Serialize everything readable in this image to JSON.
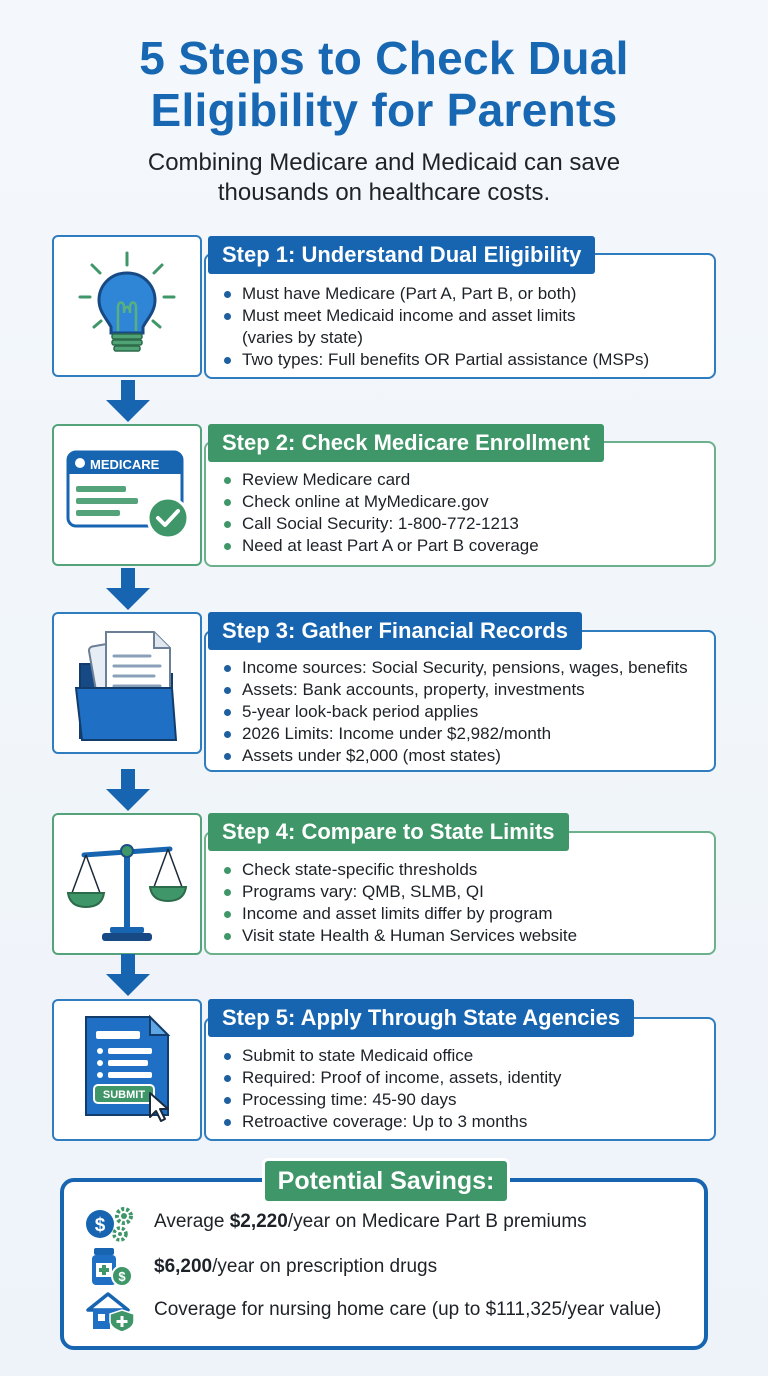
{
  "title": {
    "line1": "5 Steps to Check Dual",
    "line2": "Eligibility for Parents"
  },
  "subtitle": {
    "line1": "Combining Medicare and Medicaid can save",
    "line2": "thousands on healthcare costs."
  },
  "steps": [
    {
      "header": "Step 1: Understand Dual Eligibility",
      "icon": "lightbulb-icon",
      "bullets": [
        "Must have Medicare (Part A, Part B, or both)",
        "Must meet Medicaid income and asset limits",
        "(varies by state)",
        "Two types: Full benefits OR Partial assistance (MSPs)"
      ]
    },
    {
      "header": "Step 2: Check Medicare Enrollment",
      "icon": "medicare-card-icon",
      "card_label": "MEDICARE",
      "bullets": [
        "Review Medicare card",
        "Check online at MyMedicare.gov",
        "Call Social Security: 1-800-772-1213",
        "Need at least Part A or Part B coverage"
      ]
    },
    {
      "header": "Step 3: Gather Financial Records",
      "icon": "folder-documents-icon",
      "bullets": [
        "Income sources: Social Security, pensions, wages, benefits",
        "Assets: Bank accounts, property, investments",
        "5-year look-back period applies",
        "2026 Limits: Income under $2,982/month",
        "Assets under $2,000 (most states)"
      ]
    },
    {
      "header": "Step 4: Compare to State Limits",
      "icon": "balance-scale-icon",
      "bullets": [
        "Check state-specific thresholds",
        "Programs vary: QMB, SLMB, QI",
        "Income and asset limits differ by program",
        "Visit state Health & Human Services website"
      ]
    },
    {
      "header": "Step 5: Apply Through State Agencies",
      "icon": "application-form-icon",
      "submit_label": "SUBMIT",
      "bullets": [
        "Submit to state Medicaid office",
        "Required: Proof of income, assets, identity",
        "Processing time: 45-90 days",
        "Retroactive coverage: Up to 3 months"
      ]
    }
  ],
  "savings": {
    "header": "Potential Savings:",
    "items": [
      {
        "icon": "dollar-gears-icon",
        "prefix": "Average ",
        "bold": "$2,220",
        "suffix": "/year on Medicare Part B premiums"
      },
      {
        "icon": "pill-bottle-dollar-icon",
        "prefix": "",
        "bold": "$6,200",
        "suffix": "/year on prescription drugs"
      },
      {
        "icon": "house-shield-icon",
        "prefix": "Coverage for nursing home care (up to $111,325/year value)",
        "bold": "",
        "suffix": ""
      }
    ]
  },
  "colors": {
    "primary_blue": "#1765b1",
    "accent_green": "#3f9668"
  }
}
